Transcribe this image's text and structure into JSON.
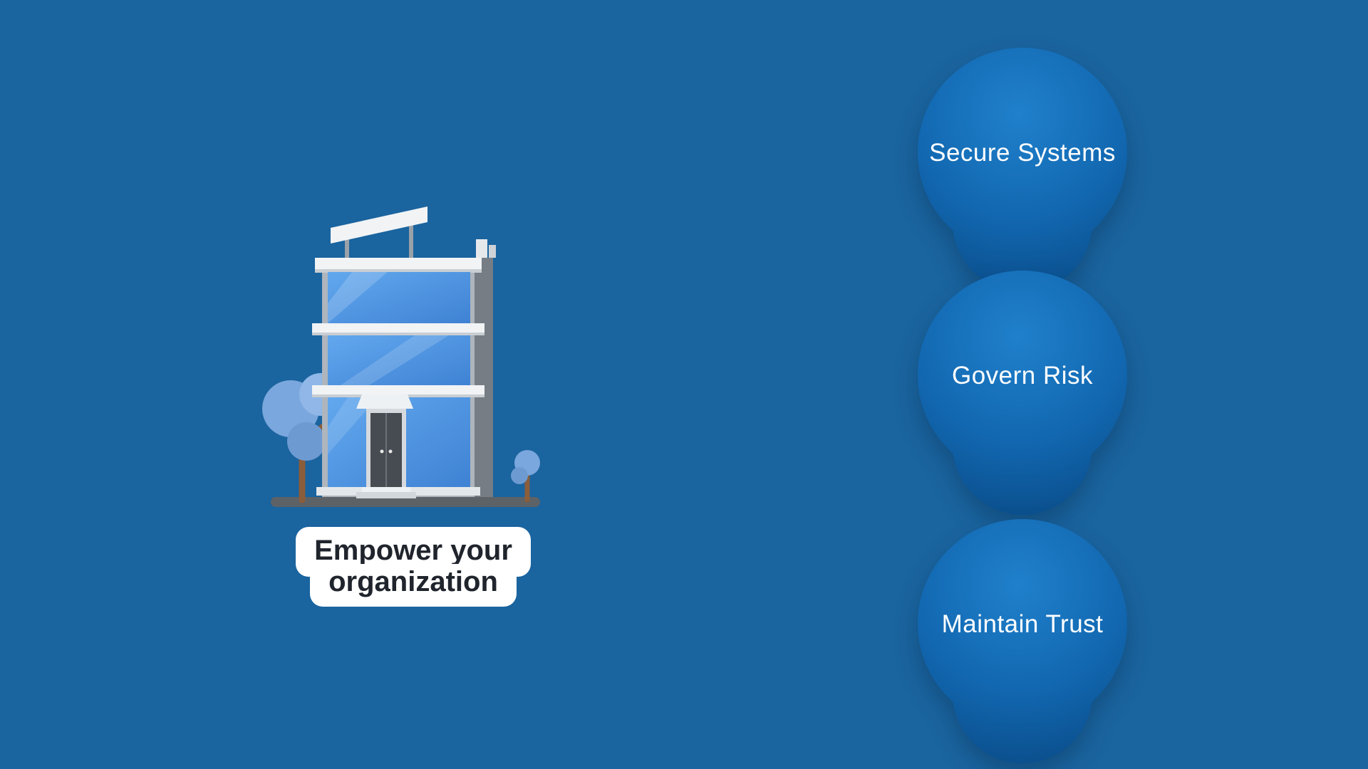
{
  "colors": {
    "background": "#1a649f",
    "bubble_light": "#2080cb",
    "bubble_mid": "#1268b1",
    "bubble_dark": "#0a4d8a",
    "bubble_text": "#ffffff",
    "caption_bg": "#ffffff",
    "caption_text": "#20242c"
  },
  "caption": {
    "line1": "Empower your",
    "line2": "organization"
  },
  "bubbles": [
    {
      "label": "Secure Systems"
    },
    {
      "label": "Govern Risk"
    },
    {
      "label": "Maintain Trust"
    }
  ]
}
